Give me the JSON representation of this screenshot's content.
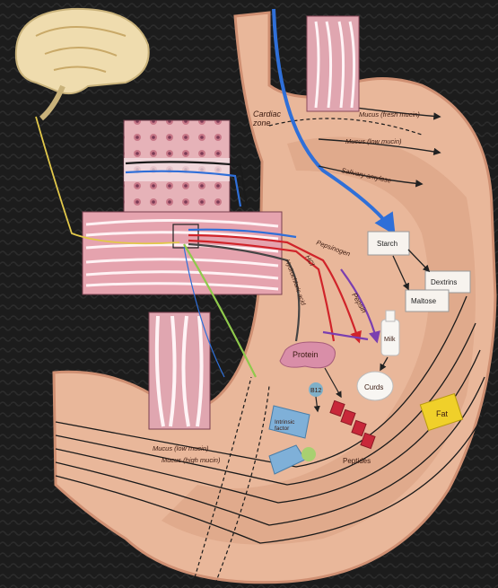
{
  "colors": {
    "background": "#1c1c1c",
    "stomach": "#e9b79a",
    "stomach_dark": "#cf8f72",
    "tissue": "#e3a6ad",
    "brain": "#efdcae",
    "nerve_yellow": "#e2c84a",
    "blue": "#2f6fd8",
    "red": "#d0242a",
    "purple": "#7a3fb0",
    "green": "#8fc94c",
    "fat_yellow": "#f0d02a"
  },
  "icons": [
    "brain-icon",
    "gland-cell-icon",
    "milk-bottle-icon",
    "cheese-icon"
  ],
  "labels": {
    "cardiac_zone": "Cardiac\nzone",
    "mucus_fresh": "Mucus (fresh mucin)",
    "mucus_low": "Mucus (low mucin)",
    "salivary_amylase": "Salivary amylase",
    "starch": "Starch",
    "dextrins": "Dextrins",
    "maltose": "Maltose",
    "hydrochloric": "Hydrochloric acid",
    "hcl": "HCl",
    "pepsinogen": "Pepsinogen",
    "pepsin": "Pepsin",
    "protein": "Protein",
    "b12": "B12",
    "intrinsic_factor": "Intrinsic\nfactor",
    "milk": "Milk",
    "curds": "Curds",
    "peptides": "Peptides",
    "fat": "Fat",
    "mucus_dev": "Mucus (low mucin)",
    "mucus_high": "Mucus (high mucin)"
  }
}
